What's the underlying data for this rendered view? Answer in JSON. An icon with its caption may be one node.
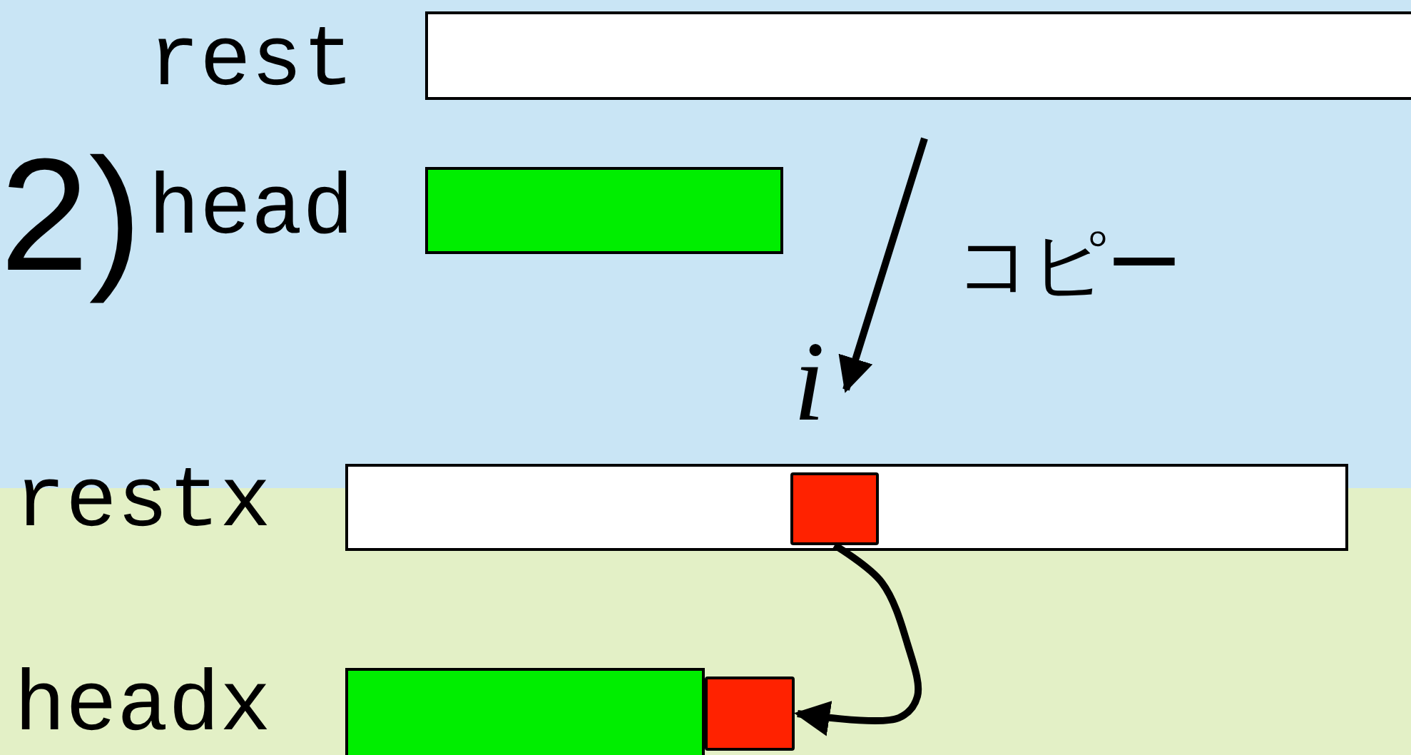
{
  "diagram": {
    "nodes": [
      {
        "text": [],
        "shape": "bar",
        "beside": [
          "rest"
        ]
      },
      {
        "text": [],
        "shape": "bar",
        "beside": [
          "head"
        ]
      },
      {
        "text": [],
        "shape": "bar",
        "beside": [
          "restx"
        ]
      },
      {
        "text": [],
        "shape": "box",
        "in": 2
      },
      {
        "text": [],
        "shape": "bar",
        "beside": [
          "headx"
        ]
      },
      {
        "text": [],
        "shape": "box"
      }
    ],
    "edges": [
      {
        "from": 0,
        "to": 3,
        "arrow": "to",
        "label": "コピー"
      },
      {
        "from": 3,
        "to": 5,
        "arrow": "to"
      }
    ],
    "labels": [
      "2)",
      "i"
    ]
  }
}
